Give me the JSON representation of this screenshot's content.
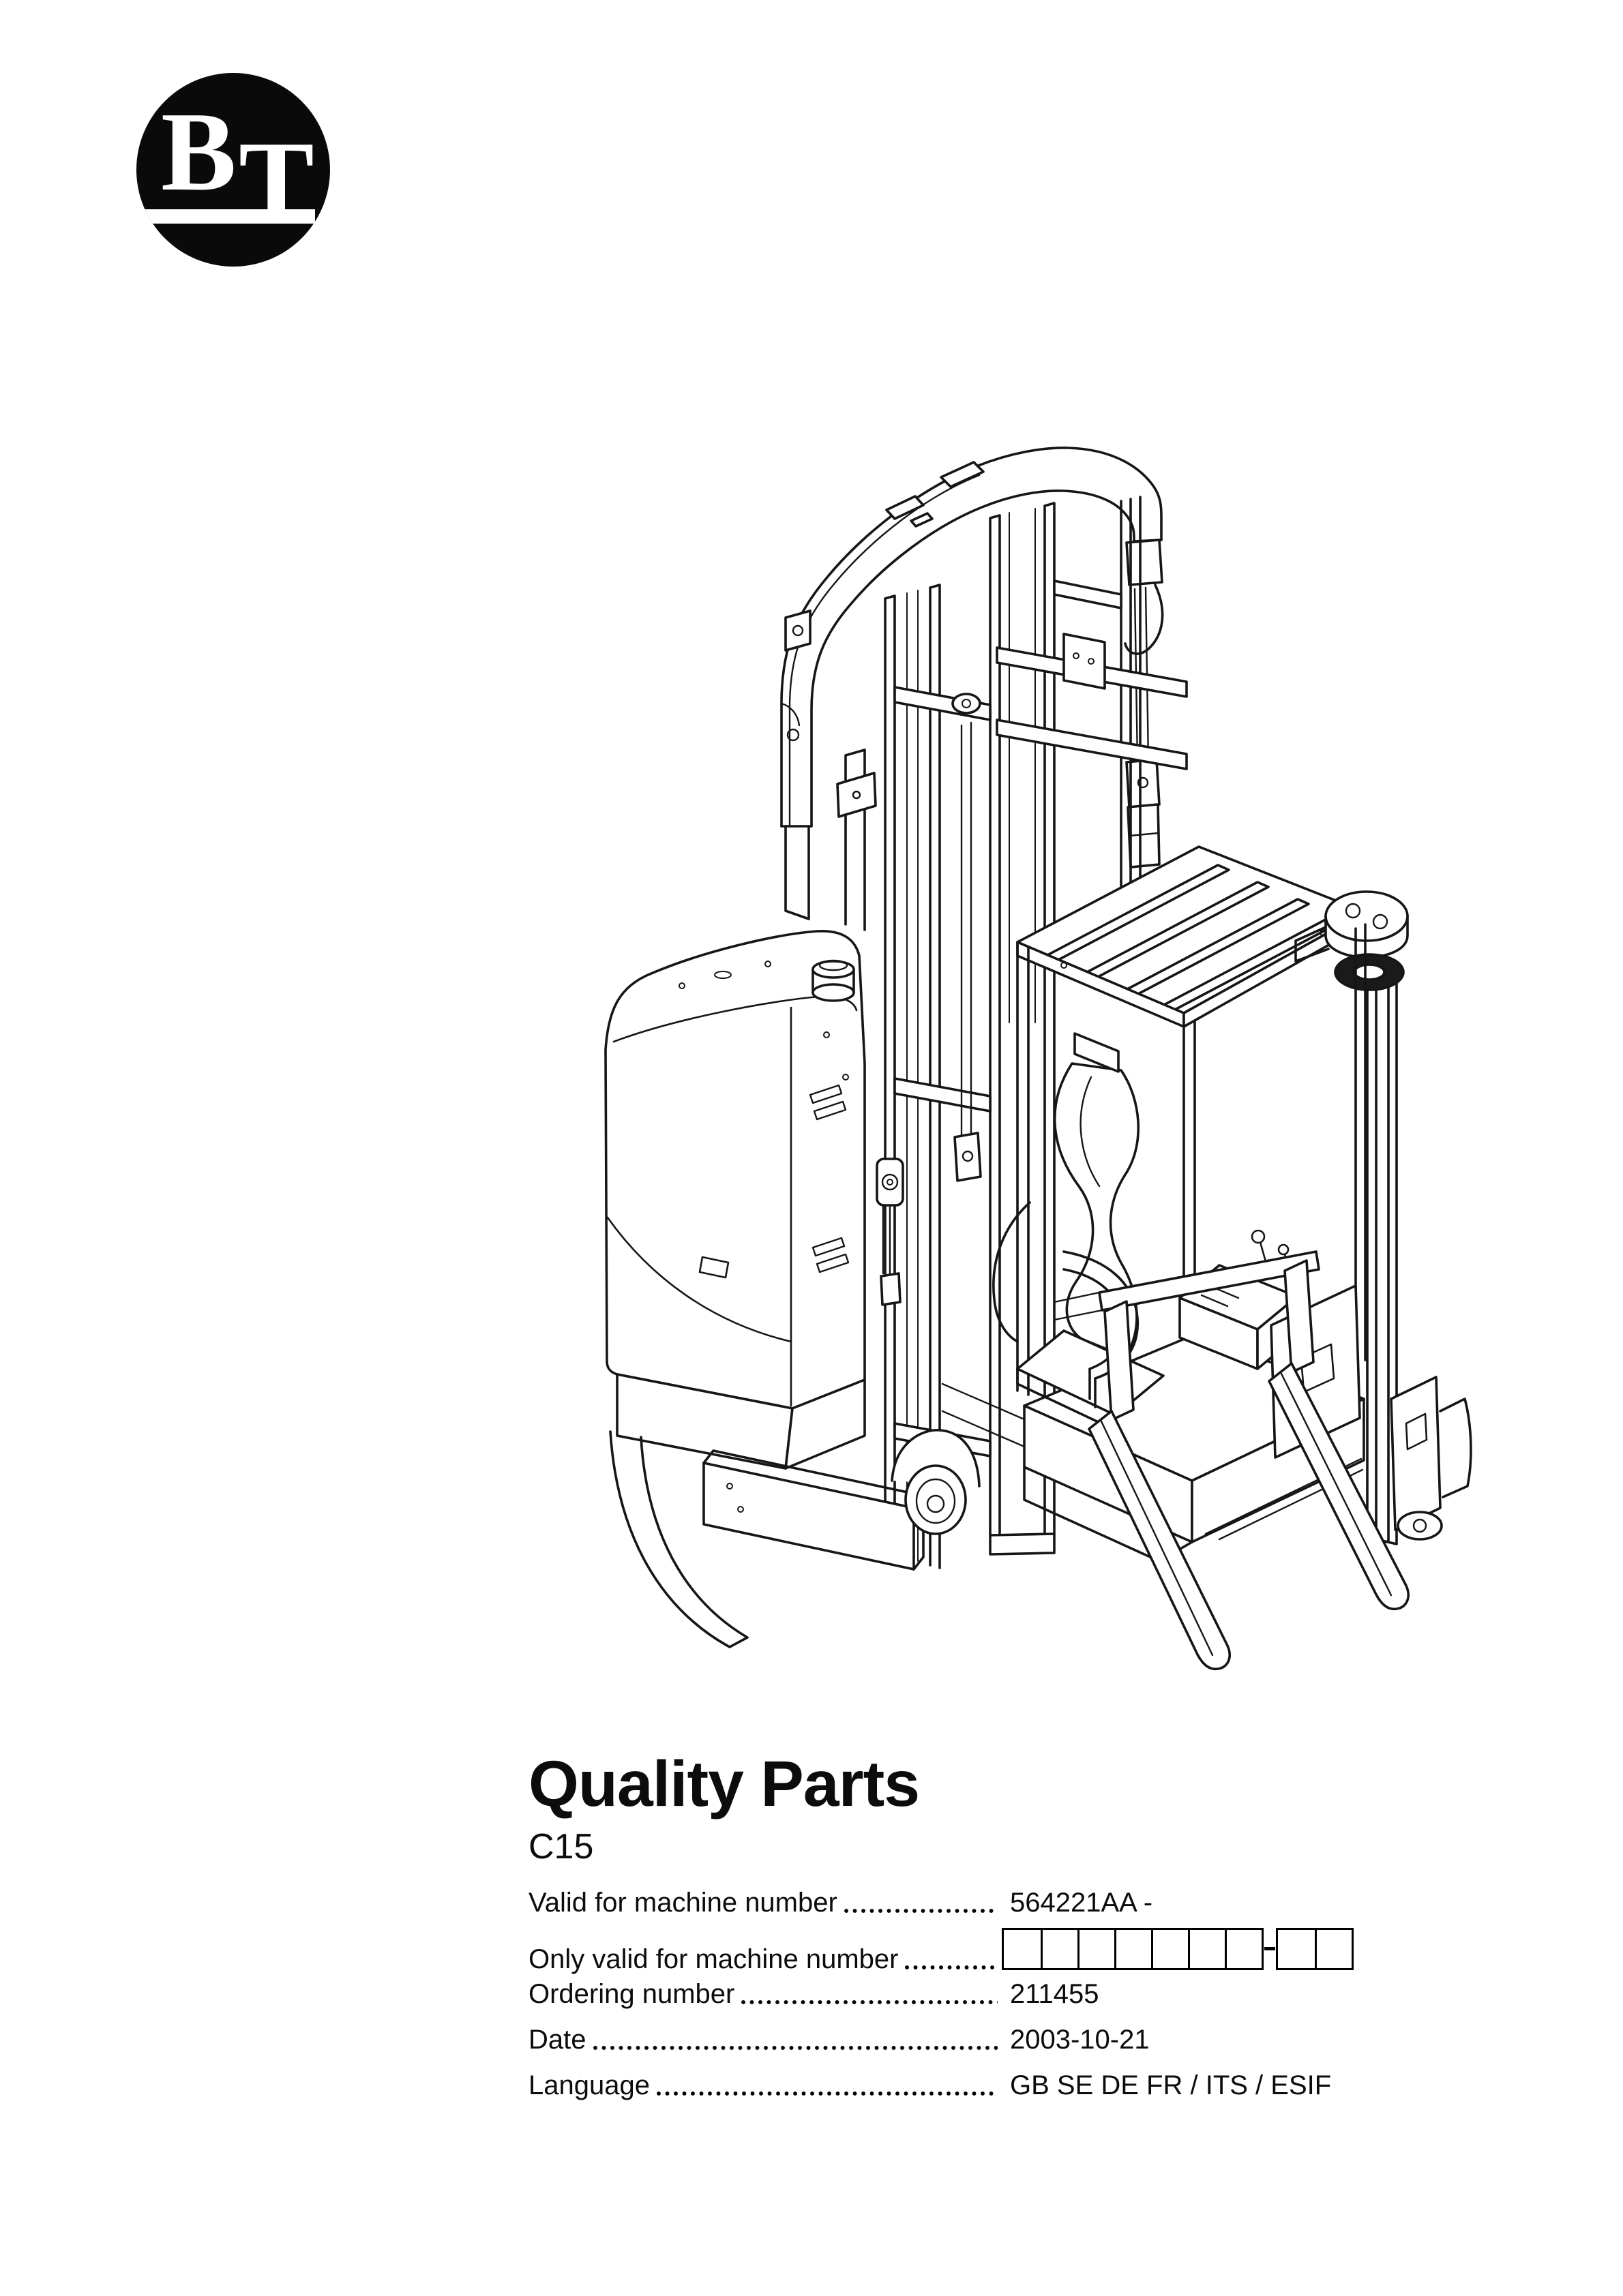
{
  "logo": {
    "letter_b": "B",
    "letter_t": "T"
  },
  "title": "Quality Parts",
  "model_code": "C15",
  "details": {
    "rows": [
      {
        "label": "Valid for machine number",
        "value": "564221AA -"
      },
      {
        "label": "Only valid for machine number",
        "value": ""
      },
      {
        "label": "Ordering number",
        "value": "211455"
      },
      {
        "label": "Date",
        "value": "2003-10-21"
      },
      {
        "label": "Language",
        "value": "GB SE DE FR / ITS / ESIF"
      }
    ],
    "machine_number_boxes": {
      "group1_cells": 7,
      "separator": "-",
      "group2_cells": 2
    }
  },
  "illustration": {
    "name": "bt-c15-order-picker-line-drawing"
  },
  "colors": {
    "ink": "#161616",
    "paper": "#ffffff"
  }
}
